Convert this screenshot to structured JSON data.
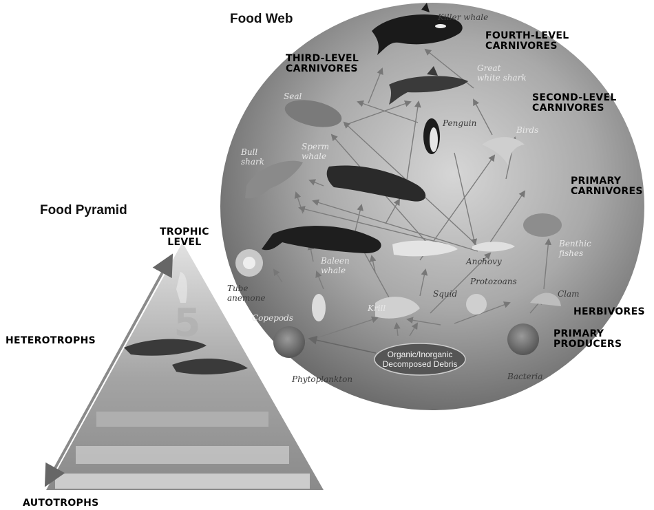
{
  "titles": {
    "web": "Food Web",
    "pyramid": "Food Pyramid"
  },
  "levels": {
    "fourth": [
      "FOURTH-LEVEL",
      "CARNIVORES"
    ],
    "third": [
      "THIRD-LEVEL",
      "CARNIVORES"
    ],
    "second": [
      "SECOND-LEVEL",
      "CARNIVORES"
    ],
    "primary_carnivores": [
      "PRIMARY",
      "CARNIVORES"
    ],
    "herbivores": [
      "HERBIVORES"
    ],
    "primary_producers": [
      "PRIMARY",
      "PRODUCERS"
    ],
    "trophic": [
      "TROPHIC",
      "LEVEL"
    ],
    "heterotrophs": [
      "HETEROTROPHS"
    ],
    "autotrophs": [
      "AUTOTROPHS"
    ]
  },
  "organisms": {
    "killer_whale": [
      "Killer whale"
    ],
    "great_white_shark": [
      "Great",
      "white shark"
    ],
    "seal": [
      "Seal"
    ],
    "penguin": [
      "Penguin"
    ],
    "birds": [
      "Birds"
    ],
    "bull_shark": [
      "Bull",
      "shark"
    ],
    "sperm_whale": [
      "Sperm",
      "whale"
    ],
    "baleen_whale": [
      "Baleen",
      "whale"
    ],
    "tube_anemone": [
      "Tube",
      "anemone"
    ],
    "copepods": [
      "Copepods"
    ],
    "krill": [
      "Krill"
    ],
    "squid": [
      "Squid"
    ],
    "anchovy": [
      "Anchovy"
    ],
    "protozoans": [
      "Protozoans"
    ],
    "benthic_fishes": [
      "Benthic",
      "fishes"
    ],
    "clam": [
      "Clam"
    ],
    "phytoplankton": [
      "Phytoplankton"
    ],
    "bacteria": [
      "Bacteria"
    ]
  },
  "debris": [
    "Organic/Inorganic",
    "Decomposed Debris"
  ],
  "pyramid_level_number": "5",
  "colors": {
    "web_dark": "#6a6a6a",
    "web_light": "#d6d6d6",
    "debris_fill": "#555555",
    "pyramid": "#9a9a9a",
    "arrow": "#8a8a8a"
  }
}
